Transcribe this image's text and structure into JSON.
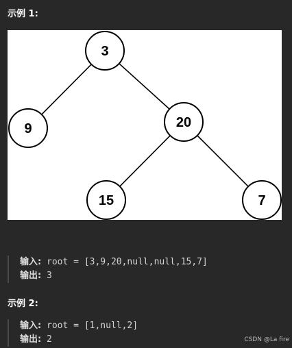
{
  "example1": {
    "heading": "示例 1:",
    "tree": {
      "nodes": [
        {
          "id": "n3",
          "label": "3"
        },
        {
          "id": "n9",
          "label": "9"
        },
        {
          "id": "n20",
          "label": "20"
        },
        {
          "id": "n15",
          "label": "15"
        },
        {
          "id": "n7",
          "label": "7"
        }
      ],
      "edges": [
        [
          "n3",
          "n9"
        ],
        [
          "n3",
          "n20"
        ],
        [
          "n20",
          "n15"
        ],
        [
          "n20",
          "n7"
        ]
      ]
    },
    "input_label": "输入:",
    "input_value": "root = [3,9,20,null,null,15,7]",
    "output_label": "输出:",
    "output_value": "3"
  },
  "example2": {
    "heading": "示例 2:",
    "input_label": "输入:",
    "input_value": "root = [1,null,2]",
    "output_label": "输出:",
    "output_value": "2"
  },
  "watermark": "CSDN @La fire",
  "colors": {
    "page_background": "#282828",
    "figure_background": "#ffffff",
    "node_stroke": "#000000"
  }
}
